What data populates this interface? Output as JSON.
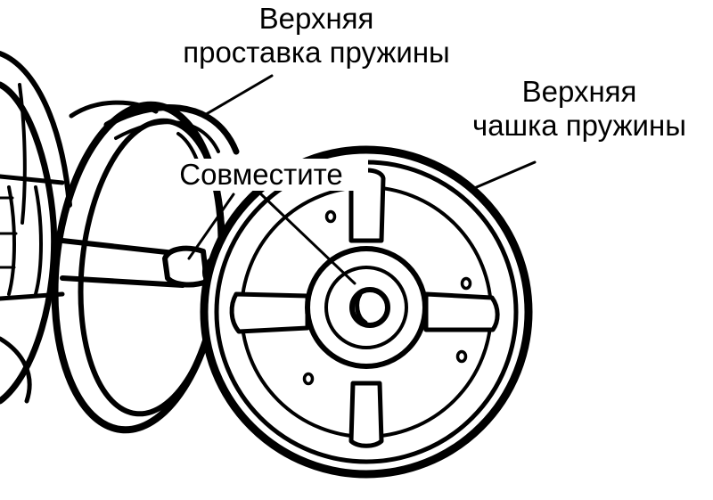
{
  "labels": {
    "upper_spacer": {
      "line1": "Верхняя",
      "line2": "проставка пружины"
    },
    "upper_cup": {
      "line1": "Верхняя",
      "line2": "чашка пружины"
    },
    "align": "Совместите"
  },
  "colors": {
    "ink": "#000000",
    "paper": "#ffffff"
  }
}
